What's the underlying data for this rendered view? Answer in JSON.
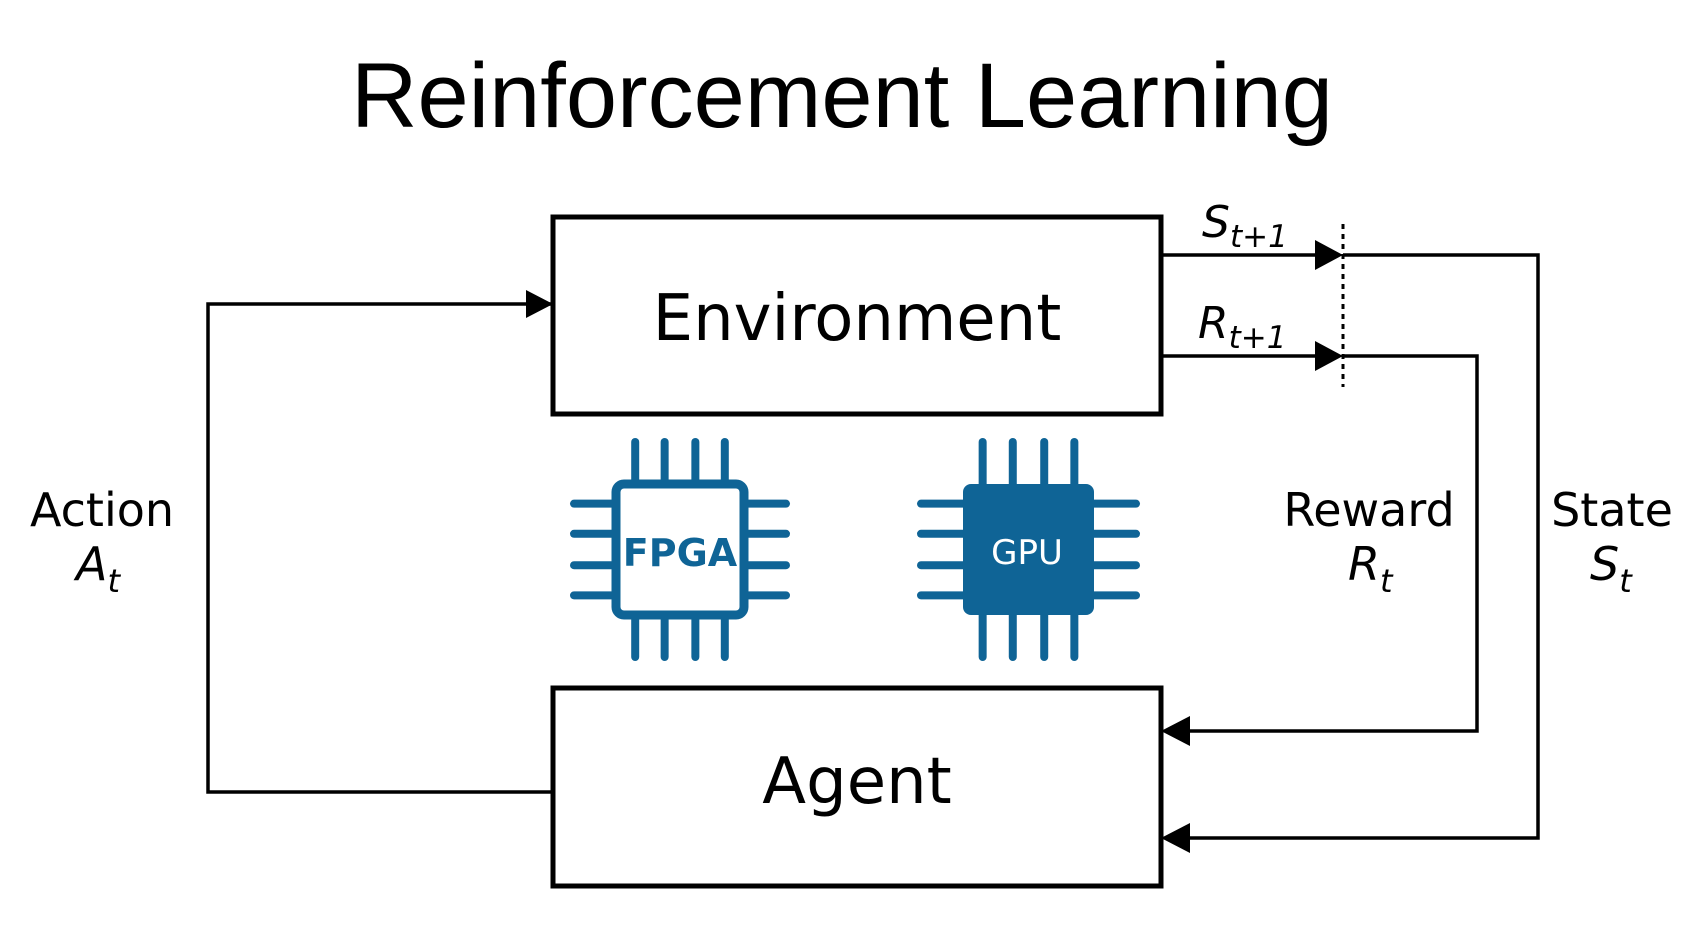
{
  "title": "Reinforcement Learning",
  "environment_label": "Environment",
  "agent_label": "Agent",
  "action": {
    "word": "Action",
    "symbol": "A",
    "subscript": "t"
  },
  "reward": {
    "word": "Reward",
    "symbol": "R",
    "subscript": "t"
  },
  "state": {
    "word": "State",
    "symbol": "S",
    "subscript": "t"
  },
  "next_state": {
    "symbol": "S",
    "subscript": "t+1"
  },
  "next_reward": {
    "symbol": "R",
    "subscript": "t+1"
  },
  "chips": [
    {
      "label": "FPGA",
      "style": "outline"
    },
    {
      "label": "GPU",
      "style": "filled"
    }
  ],
  "colors": {
    "chip": "#0f6496",
    "line": "#000000"
  }
}
